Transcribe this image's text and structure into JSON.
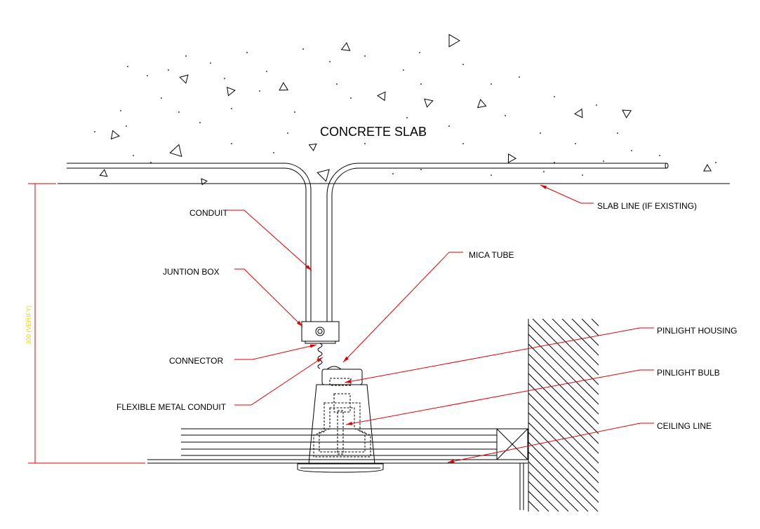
{
  "slab_title": "CONCRETE SLAB",
  "dimension_text": "300 (VERIFY)",
  "labels": {
    "conduit": "CONDUIT",
    "junction_box": "JUNTION BOX",
    "connector": "CONNECTOR",
    "flexible_metal_conduit": "FLEXIBLE METAL CONDUIT",
    "mica_tube": "MICA TUBE",
    "slab_line": "SLAB LINE (IF EXISTING)",
    "pinlight_housing": "PINLIGHT HOUSING",
    "pinlight_bulb": "PINLIGHT BULB",
    "ceiling_line": "CEILING LINE"
  },
  "colors": {
    "linework": "#000000",
    "leader": "#e00000",
    "dimension": "#e6d800"
  }
}
